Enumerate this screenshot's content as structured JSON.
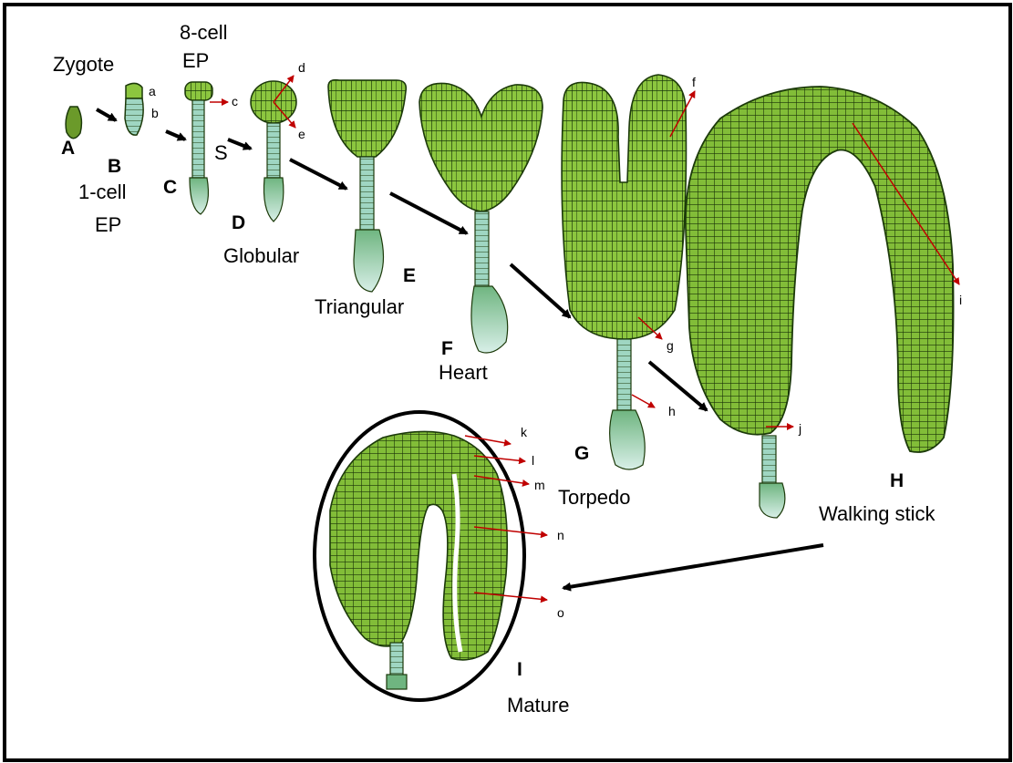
{
  "stage_names": {
    "zygote": "Zygote",
    "one_cell_line1": "1-cell",
    "one_cell_line2": "EP",
    "eight_cell_line1": "8-cell",
    "eight_cell_line2": "EP",
    "globular": "Globular",
    "triangular": "Triangular",
    "heart": "Heart",
    "torpedo": "Torpedo",
    "walking_stick": "Walking stick",
    "mature": "Mature"
  },
  "stage_letters": [
    "A",
    "B",
    "C",
    "D",
    "E",
    "F",
    "G",
    "H",
    "I"
  ],
  "part_labels": [
    "a",
    "b",
    "c",
    "d",
    "e",
    "f",
    "g",
    "h",
    "i",
    "j",
    "k",
    "l",
    "m",
    "n",
    "o"
  ],
  "suspensor_label": "S",
  "colors": {
    "embryo_fill": "#8cc63f",
    "embryo_cell_line": "#1c3a0a",
    "suspensor_fill": "#a8d8c8",
    "arrow_black": "#000000",
    "arrow_red": "#c00000"
  }
}
